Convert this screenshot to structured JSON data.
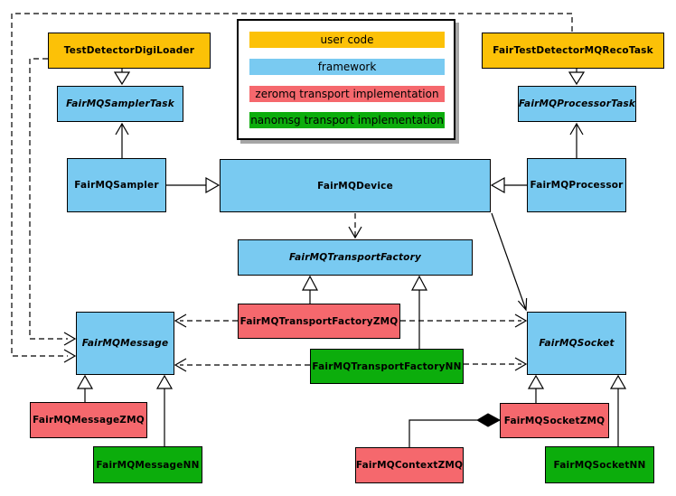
{
  "diagram": {
    "kind": "uml-class-diagram",
    "subject": "FairMQ framework transport architecture",
    "palette": {
      "user_code": "#FCC107",
      "framework": "#79CAF1",
      "zeromq": "#F5686D",
      "nanomsg": "#0CAD0C"
    },
    "legend": {
      "items": [
        {
          "label": "user code",
          "color": "#FCC107"
        },
        {
          "label": "framework",
          "color": "#79CAF1"
        },
        {
          "label": "zeromq transport implementation",
          "color": "#F5686D"
        },
        {
          "label": "nanomsg transport implementation",
          "color": "#0CAD0C"
        }
      ]
    },
    "nodes": [
      {
        "label": "TestDetectorDigiLoader",
        "category": "user_code",
        "abstract": false
      },
      {
        "label": "FairMQSamplerTask",
        "category": "framework",
        "abstract": true
      },
      {
        "label": "FairMQSampler",
        "category": "framework",
        "abstract": false
      },
      {
        "label": "FairTestDetectorMQRecoTask",
        "category": "user_code",
        "abstract": false
      },
      {
        "label": "FairMQProcessorTask",
        "category": "framework",
        "abstract": true
      },
      {
        "label": "FairMQProcessor",
        "category": "framework",
        "abstract": false
      },
      {
        "label": "FairMQDevice",
        "category": "framework",
        "abstract": false
      },
      {
        "label": "FairMQTransportFactory",
        "category": "framework",
        "abstract": true
      },
      {
        "label": "FairMQTransportFactoryZMQ",
        "category": "zeromq",
        "abstract": false
      },
      {
        "label": "FairMQTransportFactoryNN",
        "category": "nanomsg",
        "abstract": false
      },
      {
        "label": "FairMQMessage",
        "category": "framework",
        "abstract": true
      },
      {
        "label": "FairMQMessageZMQ",
        "category": "zeromq",
        "abstract": false
      },
      {
        "label": "FairMQMessageNN",
        "category": "nanomsg",
        "abstract": false
      },
      {
        "label": "FairMQSocket",
        "category": "framework",
        "abstract": true
      },
      {
        "label": "FairMQSocketZMQ",
        "category": "zeromq",
        "abstract": false
      },
      {
        "label": "FairMQSocketNN",
        "category": "nanomsg",
        "abstract": false
      },
      {
        "label": "FairMQContextZMQ",
        "category": "zeromq",
        "abstract": false
      }
    ],
    "edges": [
      {
        "from": "TestDetectorDigiLoader",
        "to": "FairMQSamplerTask",
        "line": "solid",
        "head": "hollow-triangle"
      },
      {
        "from": "FairMQSampler",
        "to": "FairMQSamplerTask",
        "line": "solid",
        "head": "open-arrow"
      },
      {
        "from": "FairMQSampler",
        "to": "FairMQDevice",
        "line": "solid",
        "head": "hollow-triangle"
      },
      {
        "from": "FairTestDetectorMQRecoTask",
        "to": "FairMQProcessorTask",
        "line": "solid",
        "head": "hollow-triangle"
      },
      {
        "from": "FairMQProcessor",
        "to": "FairMQProcessorTask",
        "line": "solid",
        "head": "open-arrow"
      },
      {
        "from": "FairMQProcessor",
        "to": "FairMQDevice",
        "line": "solid",
        "head": "hollow-triangle"
      },
      {
        "from": "FairMQDevice",
        "to": "FairMQTransportFactory",
        "line": "dashed",
        "head": "open-arrow"
      },
      {
        "from": "FairMQDevice",
        "to": "FairMQSocket",
        "line": "solid",
        "head": "open-arrow"
      },
      {
        "from": "FairMQTransportFactoryZMQ",
        "to": "FairMQTransportFactory",
        "line": "solid",
        "head": "hollow-triangle"
      },
      {
        "from": "FairMQTransportFactoryNN",
        "to": "FairMQTransportFactory",
        "line": "solid",
        "head": "hollow-triangle"
      },
      {
        "from": "FairMQTransportFactoryZMQ",
        "to": "FairMQMessage",
        "line": "dashed",
        "head": "open-arrow"
      },
      {
        "from": "FairMQTransportFactoryZMQ",
        "to": "FairMQSocket",
        "line": "dashed",
        "head": "open-arrow"
      },
      {
        "from": "FairMQTransportFactoryNN",
        "to": "FairMQMessage",
        "line": "dashed",
        "head": "open-arrow"
      },
      {
        "from": "FairMQTransportFactoryNN",
        "to": "FairMQSocket",
        "line": "dashed",
        "head": "open-arrow"
      },
      {
        "from": "TestDetectorDigiLoader",
        "to": "FairMQMessage",
        "line": "dashed",
        "head": "open-arrow"
      },
      {
        "from": "FairTestDetectorMQRecoTask",
        "to": "FairMQMessage",
        "line": "dashed",
        "head": "open-arrow"
      },
      {
        "from": "FairMQMessageZMQ",
        "to": "FairMQMessage",
        "line": "solid",
        "head": "hollow-triangle"
      },
      {
        "from": "FairMQMessageNN",
        "to": "FairMQMessage",
        "line": "solid",
        "head": "hollow-triangle"
      },
      {
        "from": "FairMQSocketZMQ",
        "to": "FairMQSocket",
        "line": "solid",
        "head": "hollow-triangle"
      },
      {
        "from": "FairMQSocketNN",
        "to": "FairMQSocket",
        "line": "solid",
        "head": "hollow-triangle"
      },
      {
        "from": "FairMQContextZMQ",
        "to": "FairMQSocketZMQ",
        "line": "solid",
        "head": "filled-diamond"
      }
    ]
  }
}
